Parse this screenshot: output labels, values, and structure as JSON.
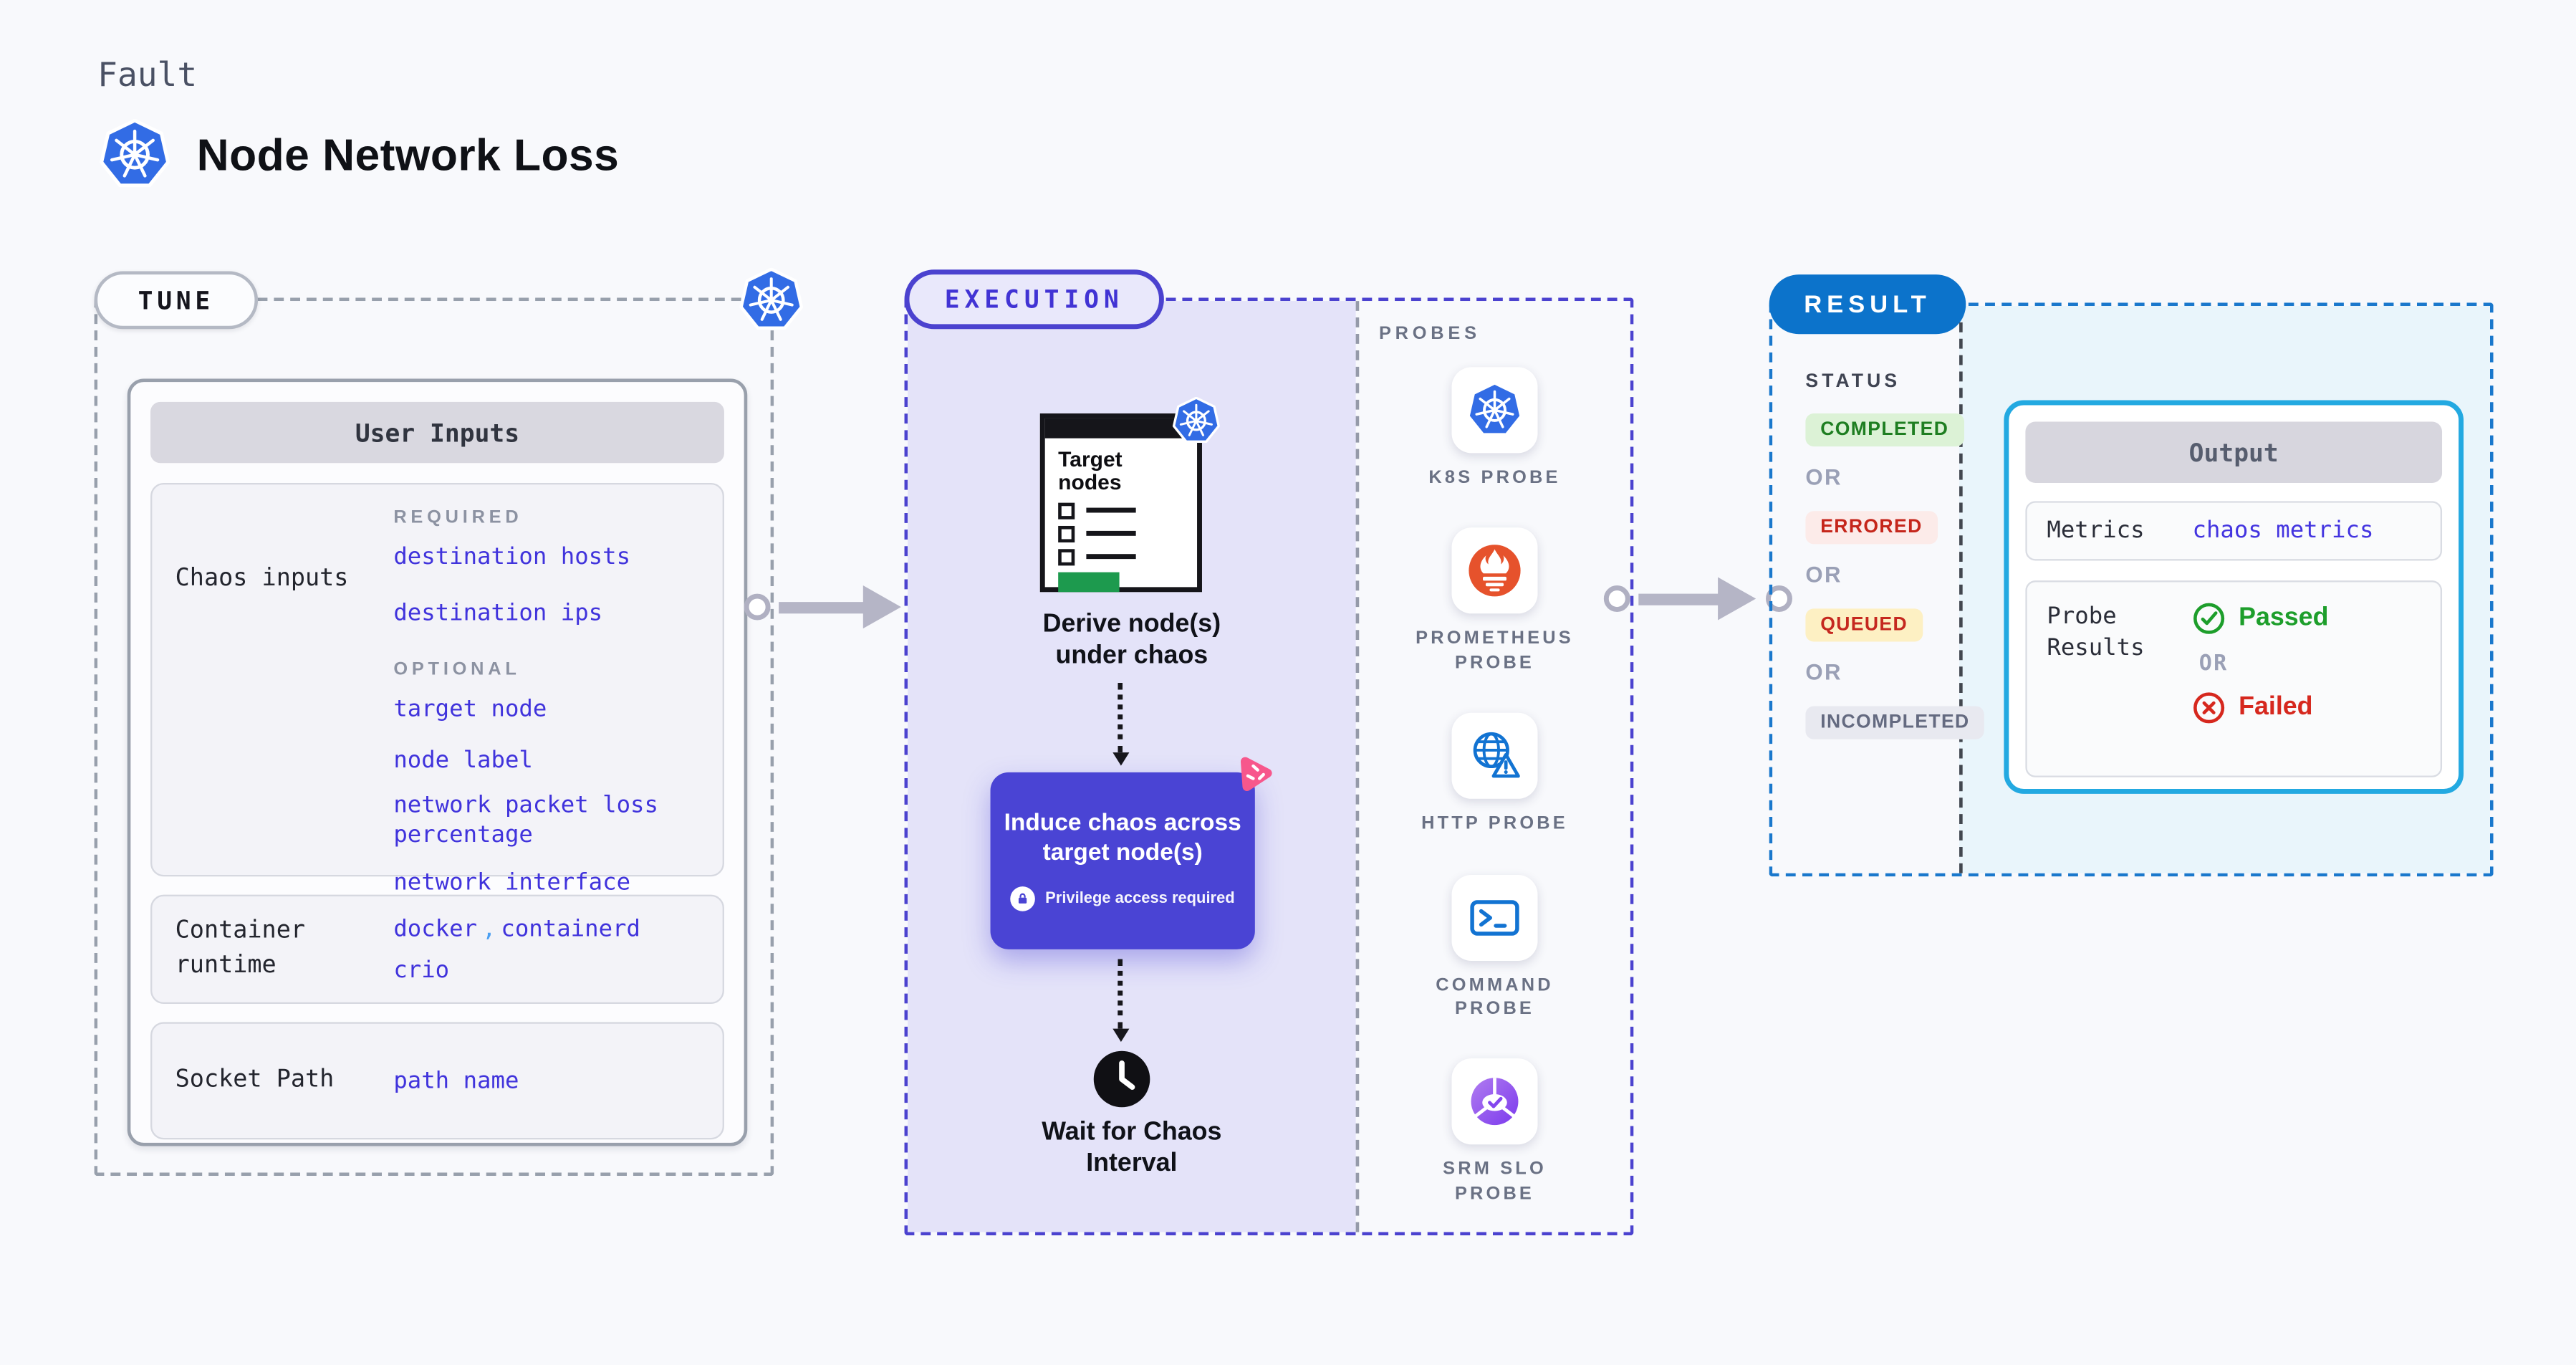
{
  "header": {
    "kicker": "Fault",
    "title": "Node Network Loss"
  },
  "tune": {
    "badge": "TUNE",
    "panel_title": "User Inputs",
    "chaos_inputs": {
      "label": "Chaos inputs",
      "required_heading": "REQUIRED",
      "required_links": [
        "destination hosts",
        "destination ips"
      ],
      "optional_heading": "OPTIONAL",
      "optional_links": [
        "target node",
        "node label",
        "network packet loss percentage",
        "network interface"
      ]
    },
    "container_runtime": {
      "label": "Container runtime",
      "values": [
        "docker",
        "containerd",
        "crio"
      ],
      "separator": ","
    },
    "socket_path": {
      "label": "Socket Path",
      "value": "path name"
    }
  },
  "execution": {
    "badge": "EXECUTION",
    "target_nodes_title": "Target nodes",
    "derive_label": "Derive node(s) under chaos",
    "induce_title": "Induce chaos across target node(s)",
    "induce_note": "Privilege access required",
    "wait_label": "Wait for Chaos Interval"
  },
  "probes": {
    "heading": "PROBES",
    "items": [
      {
        "label": "K8S PROBE",
        "icon": "kubernetes-icon"
      },
      {
        "label": "PROMETHEUS PROBE",
        "icon": "prometheus-icon"
      },
      {
        "label": "HTTP PROBE",
        "icon": "http-globe-warning-icon"
      },
      {
        "label": "COMMAND PROBE",
        "icon": "terminal-icon"
      },
      {
        "label": "SRM SLO PROBE",
        "icon": "slo-gauge-icon"
      }
    ]
  },
  "result": {
    "badge": "RESULT",
    "status_heading": "STATUS",
    "or_label": "OR",
    "statuses": [
      {
        "label": "COMPLETED",
        "bg": "#dcf2d6",
        "color": "#1e7e21"
      },
      {
        "label": "ERRORED",
        "bg": "#fcebe9",
        "color": "#c5261b"
      },
      {
        "label": "QUEUED",
        "bg": "#fdf0c3",
        "color": "#c5281f"
      },
      {
        "label": "INCOMPLETED",
        "bg": "#e8e9f0",
        "color": "#646a80"
      }
    ],
    "output": {
      "title": "Output",
      "metrics_label": "Metrics",
      "metrics_value": "chaos metrics",
      "probe_results_label": "Probe Results",
      "passed_label": "Passed",
      "or_label": "OR",
      "failed_label": "Failed"
    }
  },
  "colors": {
    "kubernetes_blue": "#326ce5",
    "prometheus_orange": "#e6522c",
    "probe_icon_blue": "#1273d2",
    "srm_purple": "#8447ee",
    "litmus_pink": "#f7578c",
    "indigo_accent": "#4a44d4",
    "link_indigo": "#4033dc",
    "result_blue": "#0c73cb",
    "output_cyan": "#23a9e1",
    "passed_green": "#1d9e2b",
    "failed_red": "#d6281e",
    "arrow_gray": "#b5b5c6",
    "lavender_bg": "#e4e3f9",
    "page_bg": "#f8f9fc"
  }
}
